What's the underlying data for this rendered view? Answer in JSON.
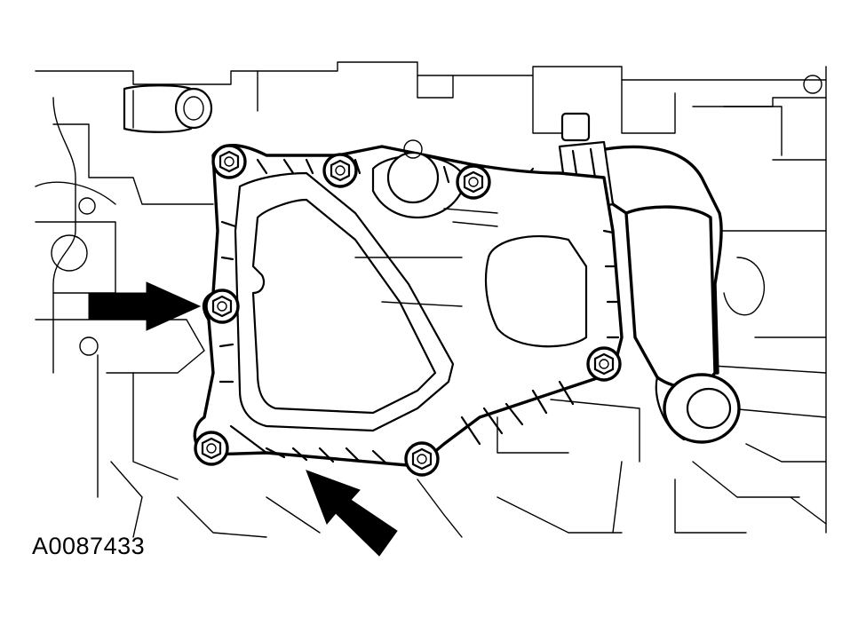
{
  "figure": {
    "id_label": "A0087433"
  },
  "callouts": [
    {
      "name": "left-arrow",
      "points_to": "cover-bolt-left"
    },
    {
      "name": "bottom-arrow",
      "points_to": "cover-gasket-edge"
    }
  ],
  "colors": {
    "line": "#000000",
    "background": "#ffffff",
    "arrow": "#000000"
  }
}
